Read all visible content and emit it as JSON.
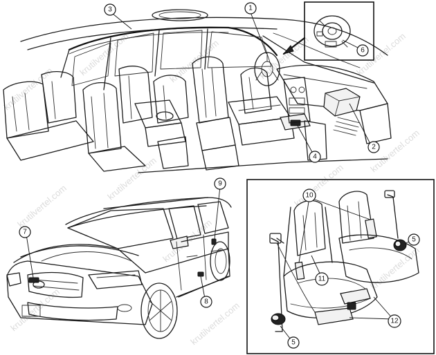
{
  "watermark": "krutilvertel.com",
  "callouts": {
    "c1": "1",
    "c2": "2",
    "c3": "3",
    "c4": "4",
    "c5a": "5",
    "c5b": "5",
    "c6": "6",
    "c7": "7",
    "c8": "8",
    "c9": "9",
    "c10": "10",
    "c11": "11",
    "c12": "12"
  }
}
